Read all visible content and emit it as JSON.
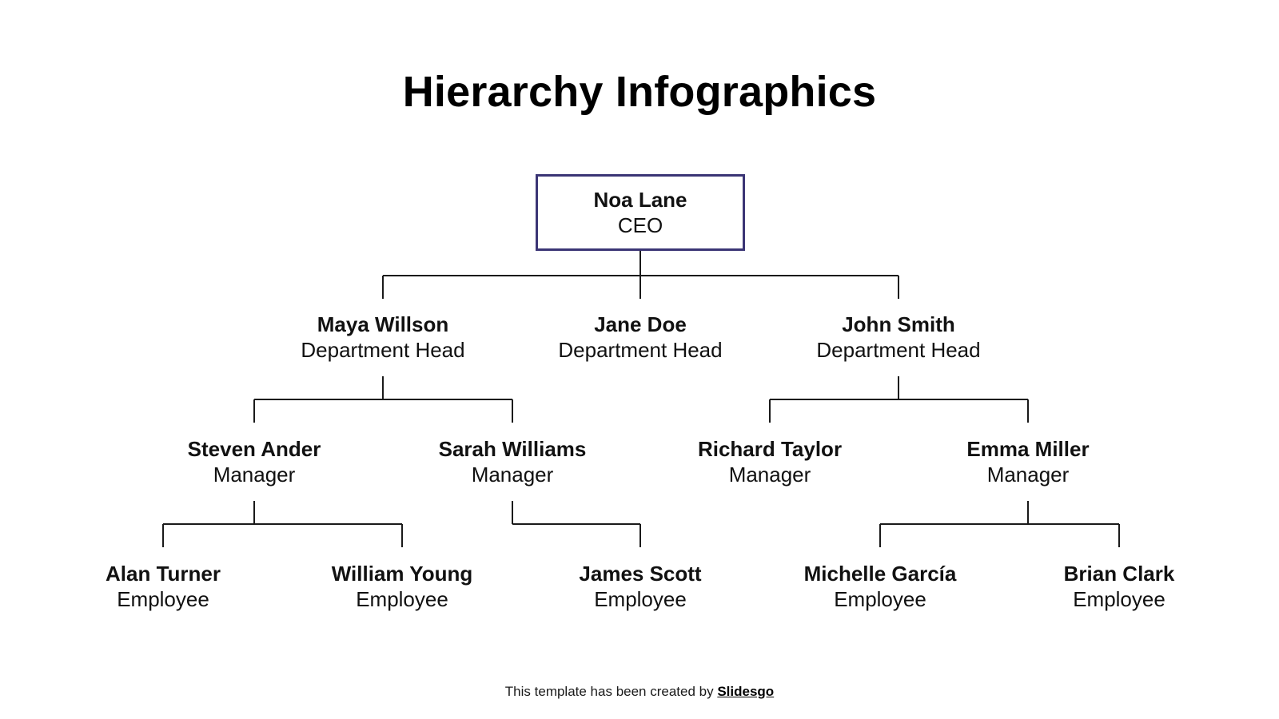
{
  "slide": {
    "title": "Hierarchy Infographics",
    "accent_color": "#3b3575",
    "line_color": "#1a1a1a"
  },
  "org": {
    "ceo": {
      "name": "Noa Lane",
      "role": "CEO"
    },
    "department_heads": [
      {
        "name": "Maya Willson",
        "role": "Department Head"
      },
      {
        "name": "Jane Doe",
        "role": "Department Head"
      },
      {
        "name": "John Smith",
        "role": "Department Head"
      }
    ],
    "managers": [
      {
        "name": "Steven Ander",
        "role": "Manager",
        "reports_to": "Maya Willson"
      },
      {
        "name": "Sarah Williams",
        "role": "Manager",
        "reports_to": "Maya Willson"
      },
      {
        "name": "Richard Taylor",
        "role": "Manager",
        "reports_to": "John Smith"
      },
      {
        "name": "Emma Miller",
        "role": "Manager",
        "reports_to": "John Smith"
      }
    ],
    "employees": [
      {
        "name": "Alan Turner",
        "role": "Employee",
        "reports_to": "Steven Ander"
      },
      {
        "name": "William Young",
        "role": "Employee",
        "reports_to": "Steven Ander"
      },
      {
        "name": "James Scott",
        "role": "Employee",
        "reports_to": "Sarah Williams"
      },
      {
        "name": "Michelle García",
        "role": "Employee",
        "reports_to": "Emma Miller"
      },
      {
        "name": "Brian Clark",
        "role": "Employee",
        "reports_to": "Emma Miller"
      }
    ]
  },
  "footer": {
    "text": "This template has been created by ",
    "brand": "Slidesgo"
  }
}
